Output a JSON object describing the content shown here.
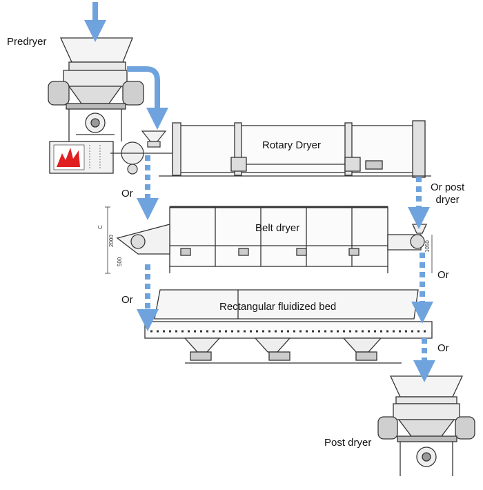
{
  "labels": {
    "predryer": "Predryer",
    "rotary_dryer": "Rotary Dryer",
    "or_1": "Or",
    "or_post_dryer_line1": "Or post",
    "or_post_dryer_line2": "dryer",
    "belt_dryer": "Belt dryer",
    "or_2": "Or",
    "or_3": "Or",
    "rectangular_fluidized_bed": "Rectangular fluidized bed",
    "or_4": "Or",
    "post_dryer": "Post dryer"
  },
  "dimension_labels": {
    "c": "C",
    "h2000": "2000",
    "h500": "500",
    "h1050": "1050"
  },
  "colors": {
    "flow_arrow": "#6fa3dd",
    "line": "#333333",
    "flame": "#e02020"
  },
  "icons": {
    "solid_arrow": "solid-down-arrow",
    "dashed_arrow": "dashed-down-arrow"
  }
}
